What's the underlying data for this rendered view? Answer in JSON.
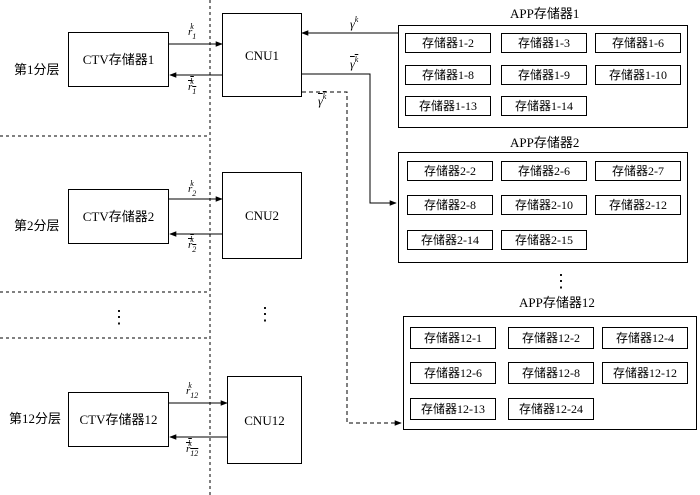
{
  "layers": [
    {
      "label": "第1分层",
      "ctv": "CTV存储器1",
      "cnu": "CNU1",
      "r_base": "r",
      "r_sup": "k",
      "r_sub": "1"
    },
    {
      "label": "第2分层",
      "ctv": "CTV存储器2",
      "cnu": "CNU2",
      "r_base": "r",
      "r_sup": "k",
      "r_sub": "2"
    },
    {
      "label": "第12分层",
      "ctv": "CTV存储器12",
      "cnu": "CNU12",
      "r_base": "r",
      "r_sup": "k",
      "r_sub": "12"
    }
  ],
  "signals": {
    "gamma": "γ",
    "gamma_sup": "k"
  },
  "app_groups": [
    {
      "title": "APP存储器1",
      "items": [
        "存储器1-2",
        "存储器1-3",
        "存储器1-6",
        "存储器1-8",
        "存储器1-9",
        "存储器1-10",
        "存储器1-13",
        "存储器1-14"
      ]
    },
    {
      "title": "APP存储器2",
      "items": [
        "存储器2-2",
        "存储器2-6",
        "存储器2-7",
        "存储器2-8",
        "存储器2-10",
        "存储器2-12",
        "存储器2-14",
        "存储器2-15"
      ]
    },
    {
      "title": "APP存储器12",
      "items": [
        "存储器12-1",
        "存储器12-2",
        "存储器12-4",
        "存储器12-6",
        "存储器12-8",
        "存储器12-12",
        "存储器12-13",
        "存储器12-24"
      ]
    }
  ],
  "ellipsis": "⋮"
}
